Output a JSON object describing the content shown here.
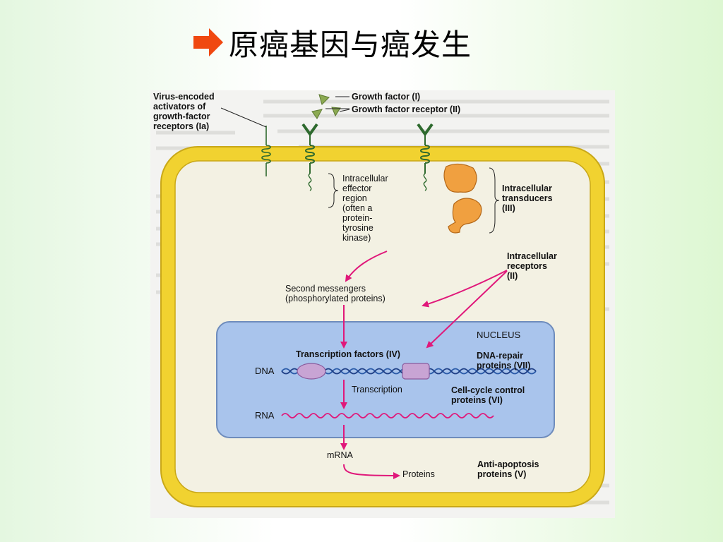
{
  "slide": {
    "title": "原癌基因与癌发生",
    "accent_color": "#f04810",
    "arrow_icon": "right-arrow-icon"
  },
  "figure": {
    "colors": {
      "membrane": "#f1d230",
      "membrane_edge": "#c9a818",
      "nucleus": "#a9c4ec",
      "nucleus_edge": "#6e8cbc",
      "arrow": "#e0187a",
      "receptor": "#2e6a2e",
      "growth_factor": "#8caa52",
      "transducer": "#f0a040",
      "dna_protein": "#c8a4d4"
    },
    "labels": {
      "virus_activators": "Virus-encoded\nactivators of\ngrowth-factor\nreceptors (Ia)",
      "growth_factor": "Growth factor (I)",
      "growth_factor_receptor": "Growth factor receptor (II)",
      "intracellular_effector": "Intracellular\neffector\nregion\n(often a\nprotein-\ntyrosine\nkinase)",
      "intracellular_transducers": "Intracellular\ntransducers\n(III)",
      "intracellular_receptors": "Intracellular\nreceptors\n(II)",
      "second_messengers": "Second messengers\n(phosphorylated proteins)",
      "nucleus": "NUCLEUS",
      "transcription_factors": "Transcription factors (IV)",
      "dna_repair": "DNA-repair\nproteins (VII)",
      "dna": "DNA",
      "transcription": "Transcription",
      "cell_cycle": "Cell-cycle control\nproteins (VI)",
      "rna": "RNA",
      "mrna": "mRNA",
      "proteins": "Proteins",
      "anti_apoptosis": "Anti-apoptosis\nproteins (V)"
    }
  }
}
